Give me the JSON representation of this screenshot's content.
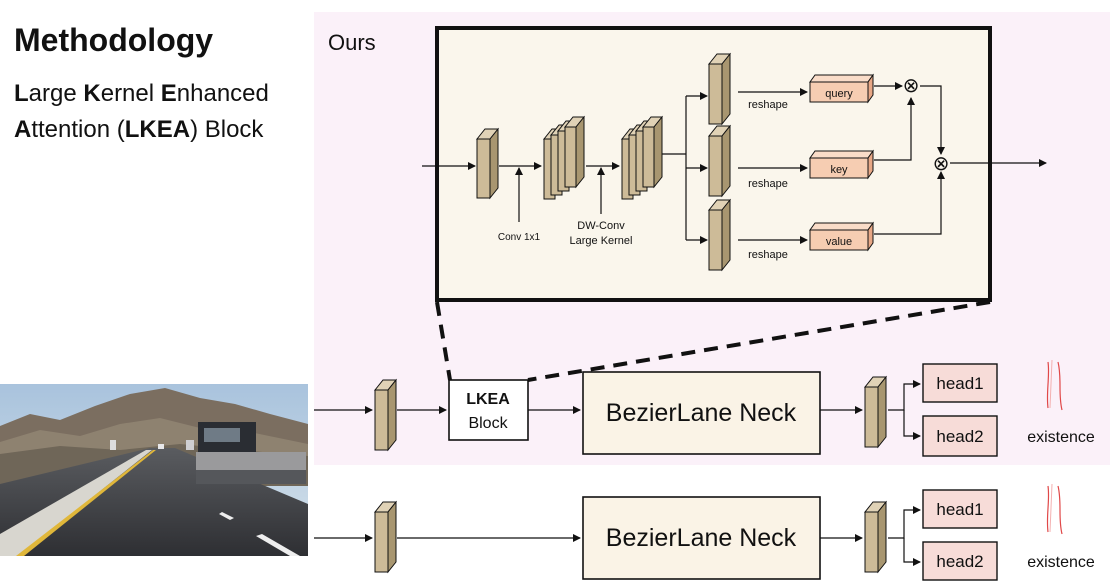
{
  "slide": {
    "title": "Methodology",
    "subtitle_line1": [
      "L",
      "arge ",
      "K",
      "ernel ",
      "E",
      "nhanced"
    ],
    "subtitle_line2": [
      "A",
      "ttention (",
      "LKEA",
      ") Block"
    ],
    "ours_label": "Ours"
  },
  "lkea_detail": {
    "conv_label": "Conv 1x1",
    "dwconv_label_1": "DW-Conv",
    "dwconv_label_2": "Large Kernel",
    "reshape_label": "reshape",
    "query_label": "query",
    "key_label": "key",
    "value_label": "value",
    "multiply_symbol": "⊗"
  },
  "pipeline_ours": {
    "lkea_block_line1": "LKEA",
    "lkea_block_line2": "Block",
    "neck_label": "BezierLane Neck",
    "head1_label": "head1",
    "head2_label": "head2",
    "existence_label": "existence"
  },
  "pipeline_baseline": {
    "neck_label": "BezierLane Neck",
    "head1_label": "head1",
    "head2_label": "head2",
    "existence_label": "existence"
  },
  "colors": {
    "ours_background": "#fbf1f9",
    "feature_map_fill": "#cdbb98",
    "block_fill": "#faf3e6",
    "qkv_fill": "#f6cdb2",
    "head_fill": "#f7dcd8",
    "lane_red": "#e04848"
  }
}
